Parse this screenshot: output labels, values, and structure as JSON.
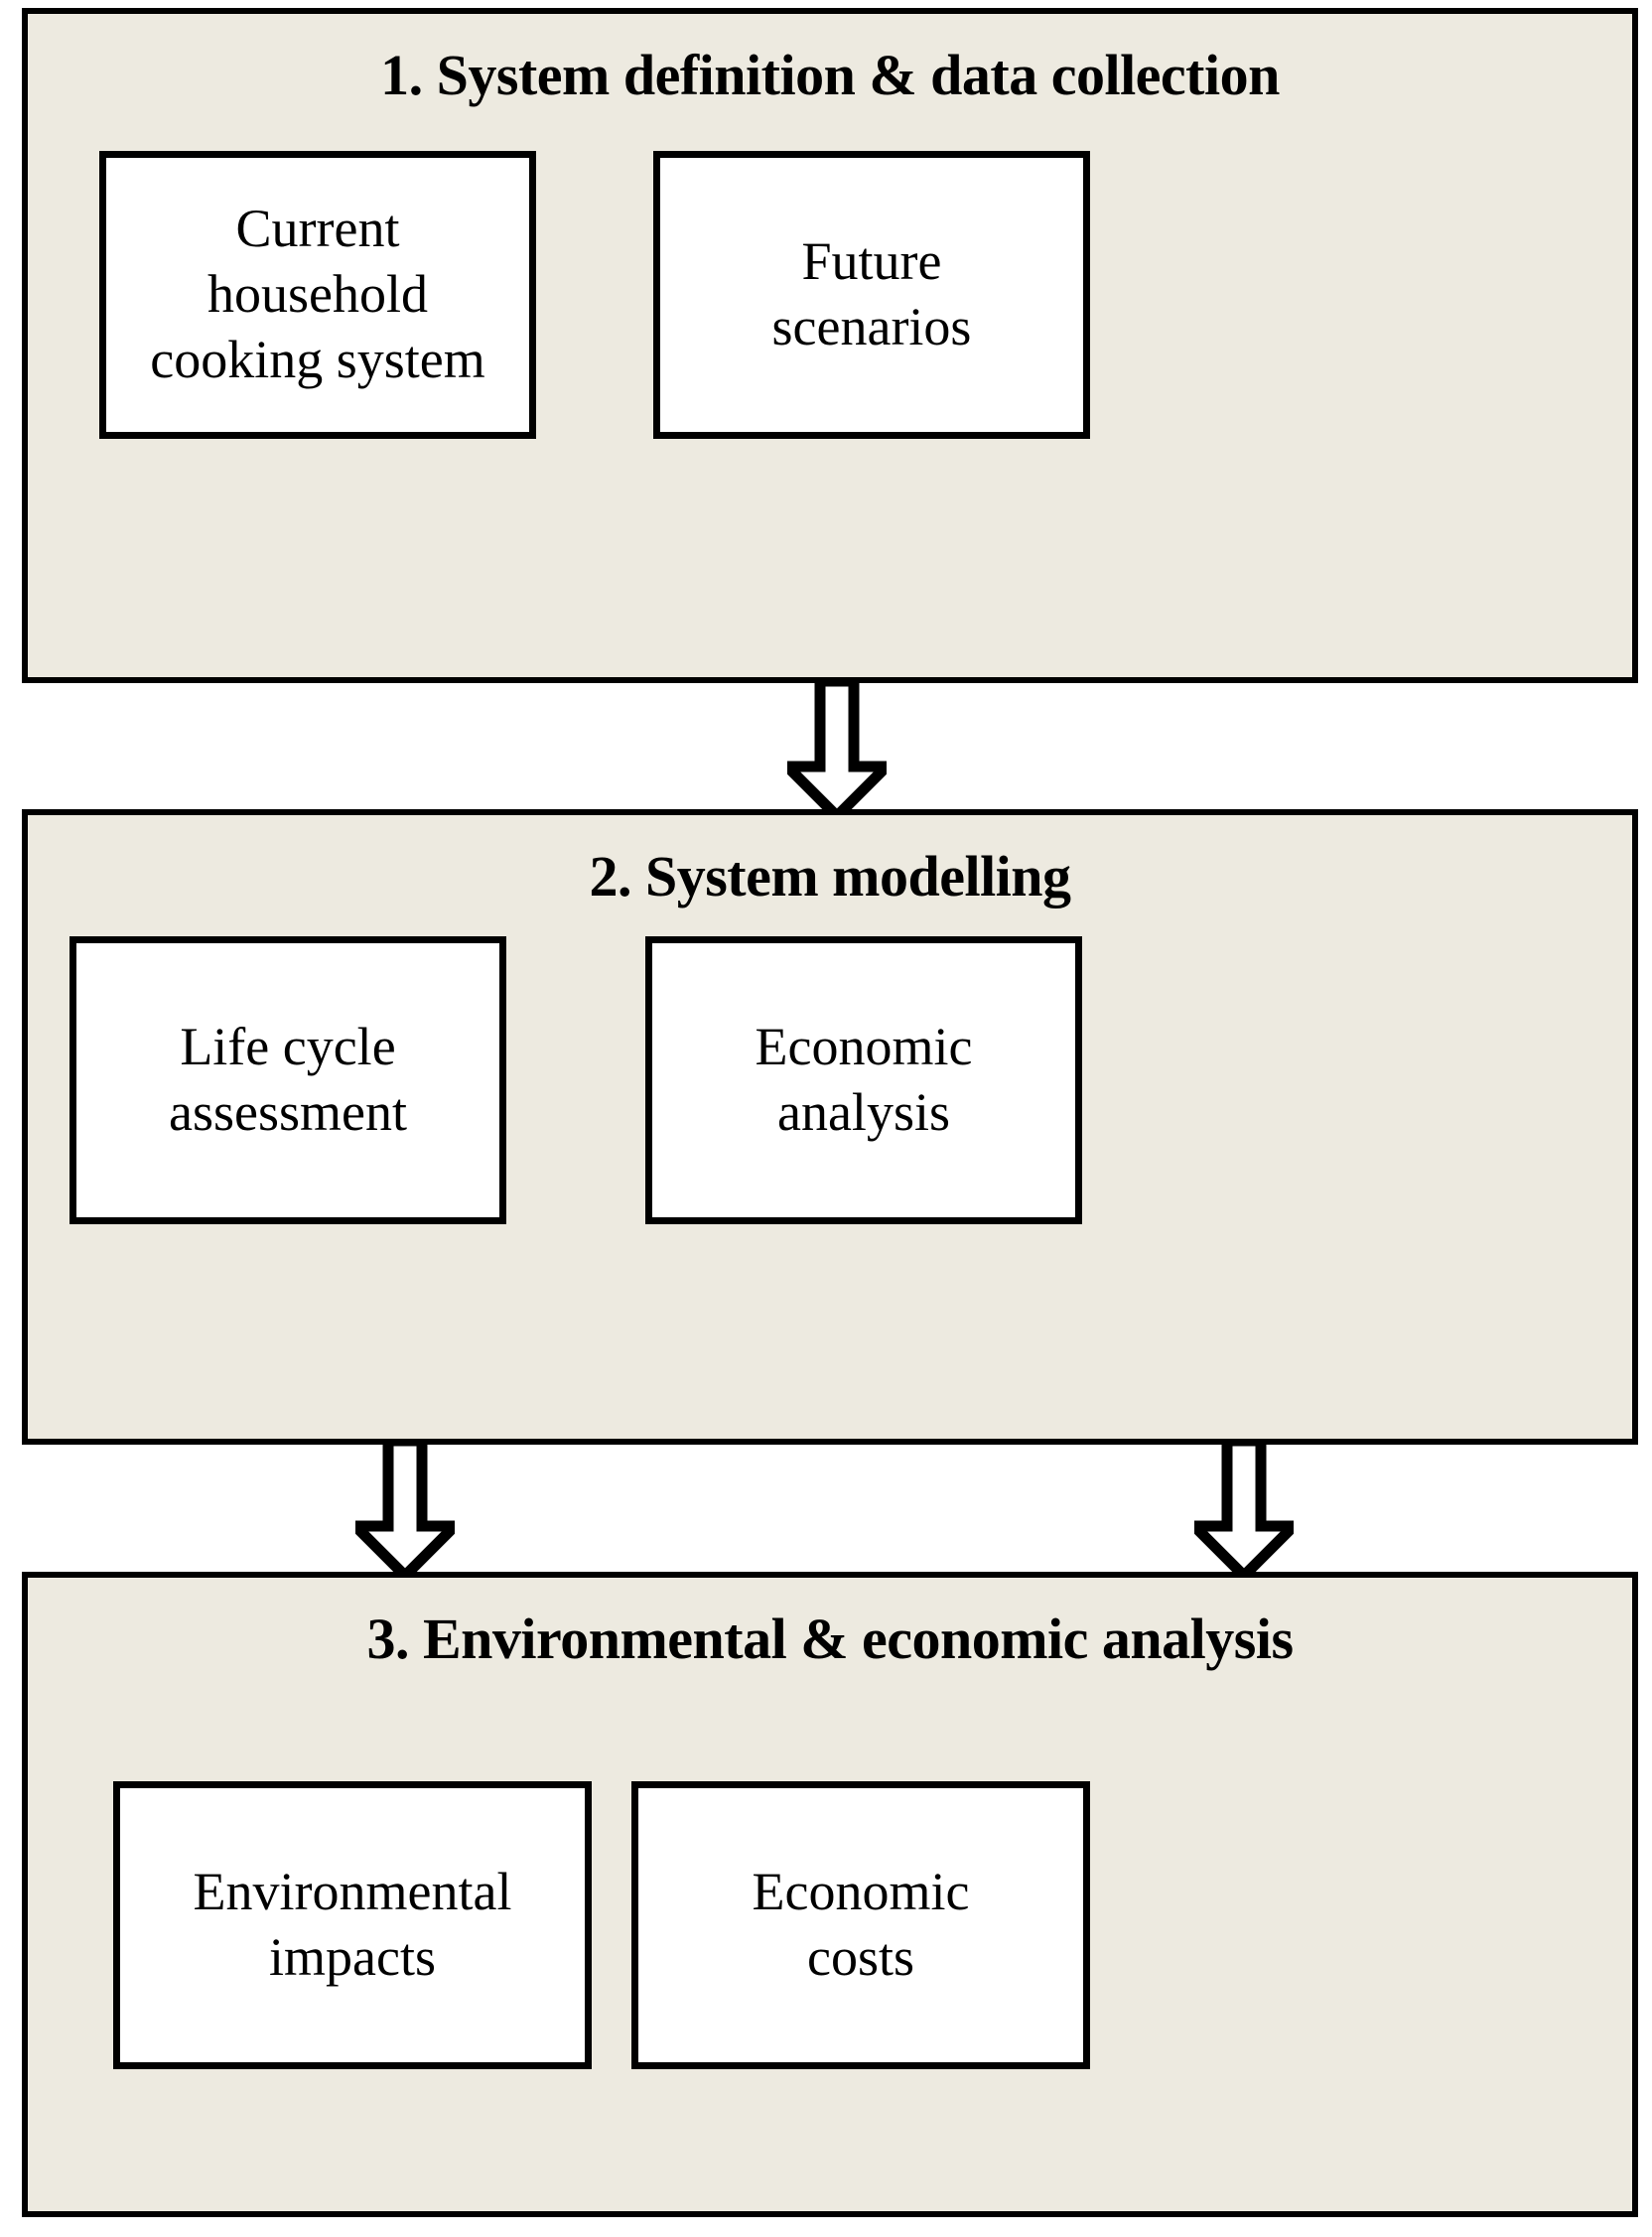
{
  "diagram": {
    "title": "Three-stage methodology flowchart",
    "background_color": "#FFFFFF",
    "stage_fill_color": "#EDEAE0",
    "node_fill_color": "#FFFFFF",
    "line_color": "#000000",
    "stages": [
      {
        "id": "stage-1",
        "title": "1. System definition & data collection",
        "nodes": [
          {
            "id": "node-current-household-cooking-system",
            "label": "Current\nhousehold\ncooking system"
          },
          {
            "id": "node-future-scenarios",
            "label": "Future\nscenarios"
          }
        ]
      },
      {
        "id": "stage-2",
        "title": "2. System modelling",
        "nodes": [
          {
            "id": "node-life-cycle-assessment",
            "label": "Life cycle\nassessment"
          },
          {
            "id": "node-economic-analysis",
            "label": "Economic\nanalysis"
          }
        ]
      },
      {
        "id": "stage-3",
        "title": "3. Environmental & economic analysis",
        "nodes": [
          {
            "id": "node-environmental-impacts",
            "label": "Environmental\nimpacts"
          },
          {
            "id": "node-economic-costs",
            "label": "Economic\ncosts"
          }
        ]
      }
    ],
    "connectors": [
      {
        "id": "arrow-stage1-to-stage2",
        "direction": "down",
        "from": "stage-1",
        "to": "stage-2"
      },
      {
        "id": "arrow-stage2-to-stage3-left",
        "direction": "down",
        "from": "stage-2",
        "to": "stage-3"
      },
      {
        "id": "arrow-stage2-to-stage3-right",
        "direction": "down",
        "from": "stage-2",
        "to": "stage-3"
      }
    ]
  },
  "chart_data": {
    "type": "diagram",
    "title": "Three-stage methodology flowchart",
    "nodes": [
      {
        "level": 1,
        "group": "1. System definition & data collection",
        "label": "Current household cooking system"
      },
      {
        "level": 1,
        "group": "1. System definition & data collection",
        "label": "Future scenarios"
      },
      {
        "level": 2,
        "group": "2. System modelling",
        "label": "Life cycle assessment"
      },
      {
        "level": 2,
        "group": "2. System modelling",
        "label": "Economic analysis"
      },
      {
        "level": 3,
        "group": "3. Environmental & economic analysis",
        "label": "Environmental impacts"
      },
      {
        "level": 3,
        "group": "3. Environmental & economic analysis",
        "label": "Economic costs"
      }
    ],
    "edges": [
      {
        "from": "1. System definition & data collection",
        "to": "2. System modelling"
      },
      {
        "from": "Life cycle assessment",
        "to": "Environmental impacts"
      },
      {
        "from": "Economic analysis",
        "to": "Economic costs"
      }
    ]
  }
}
